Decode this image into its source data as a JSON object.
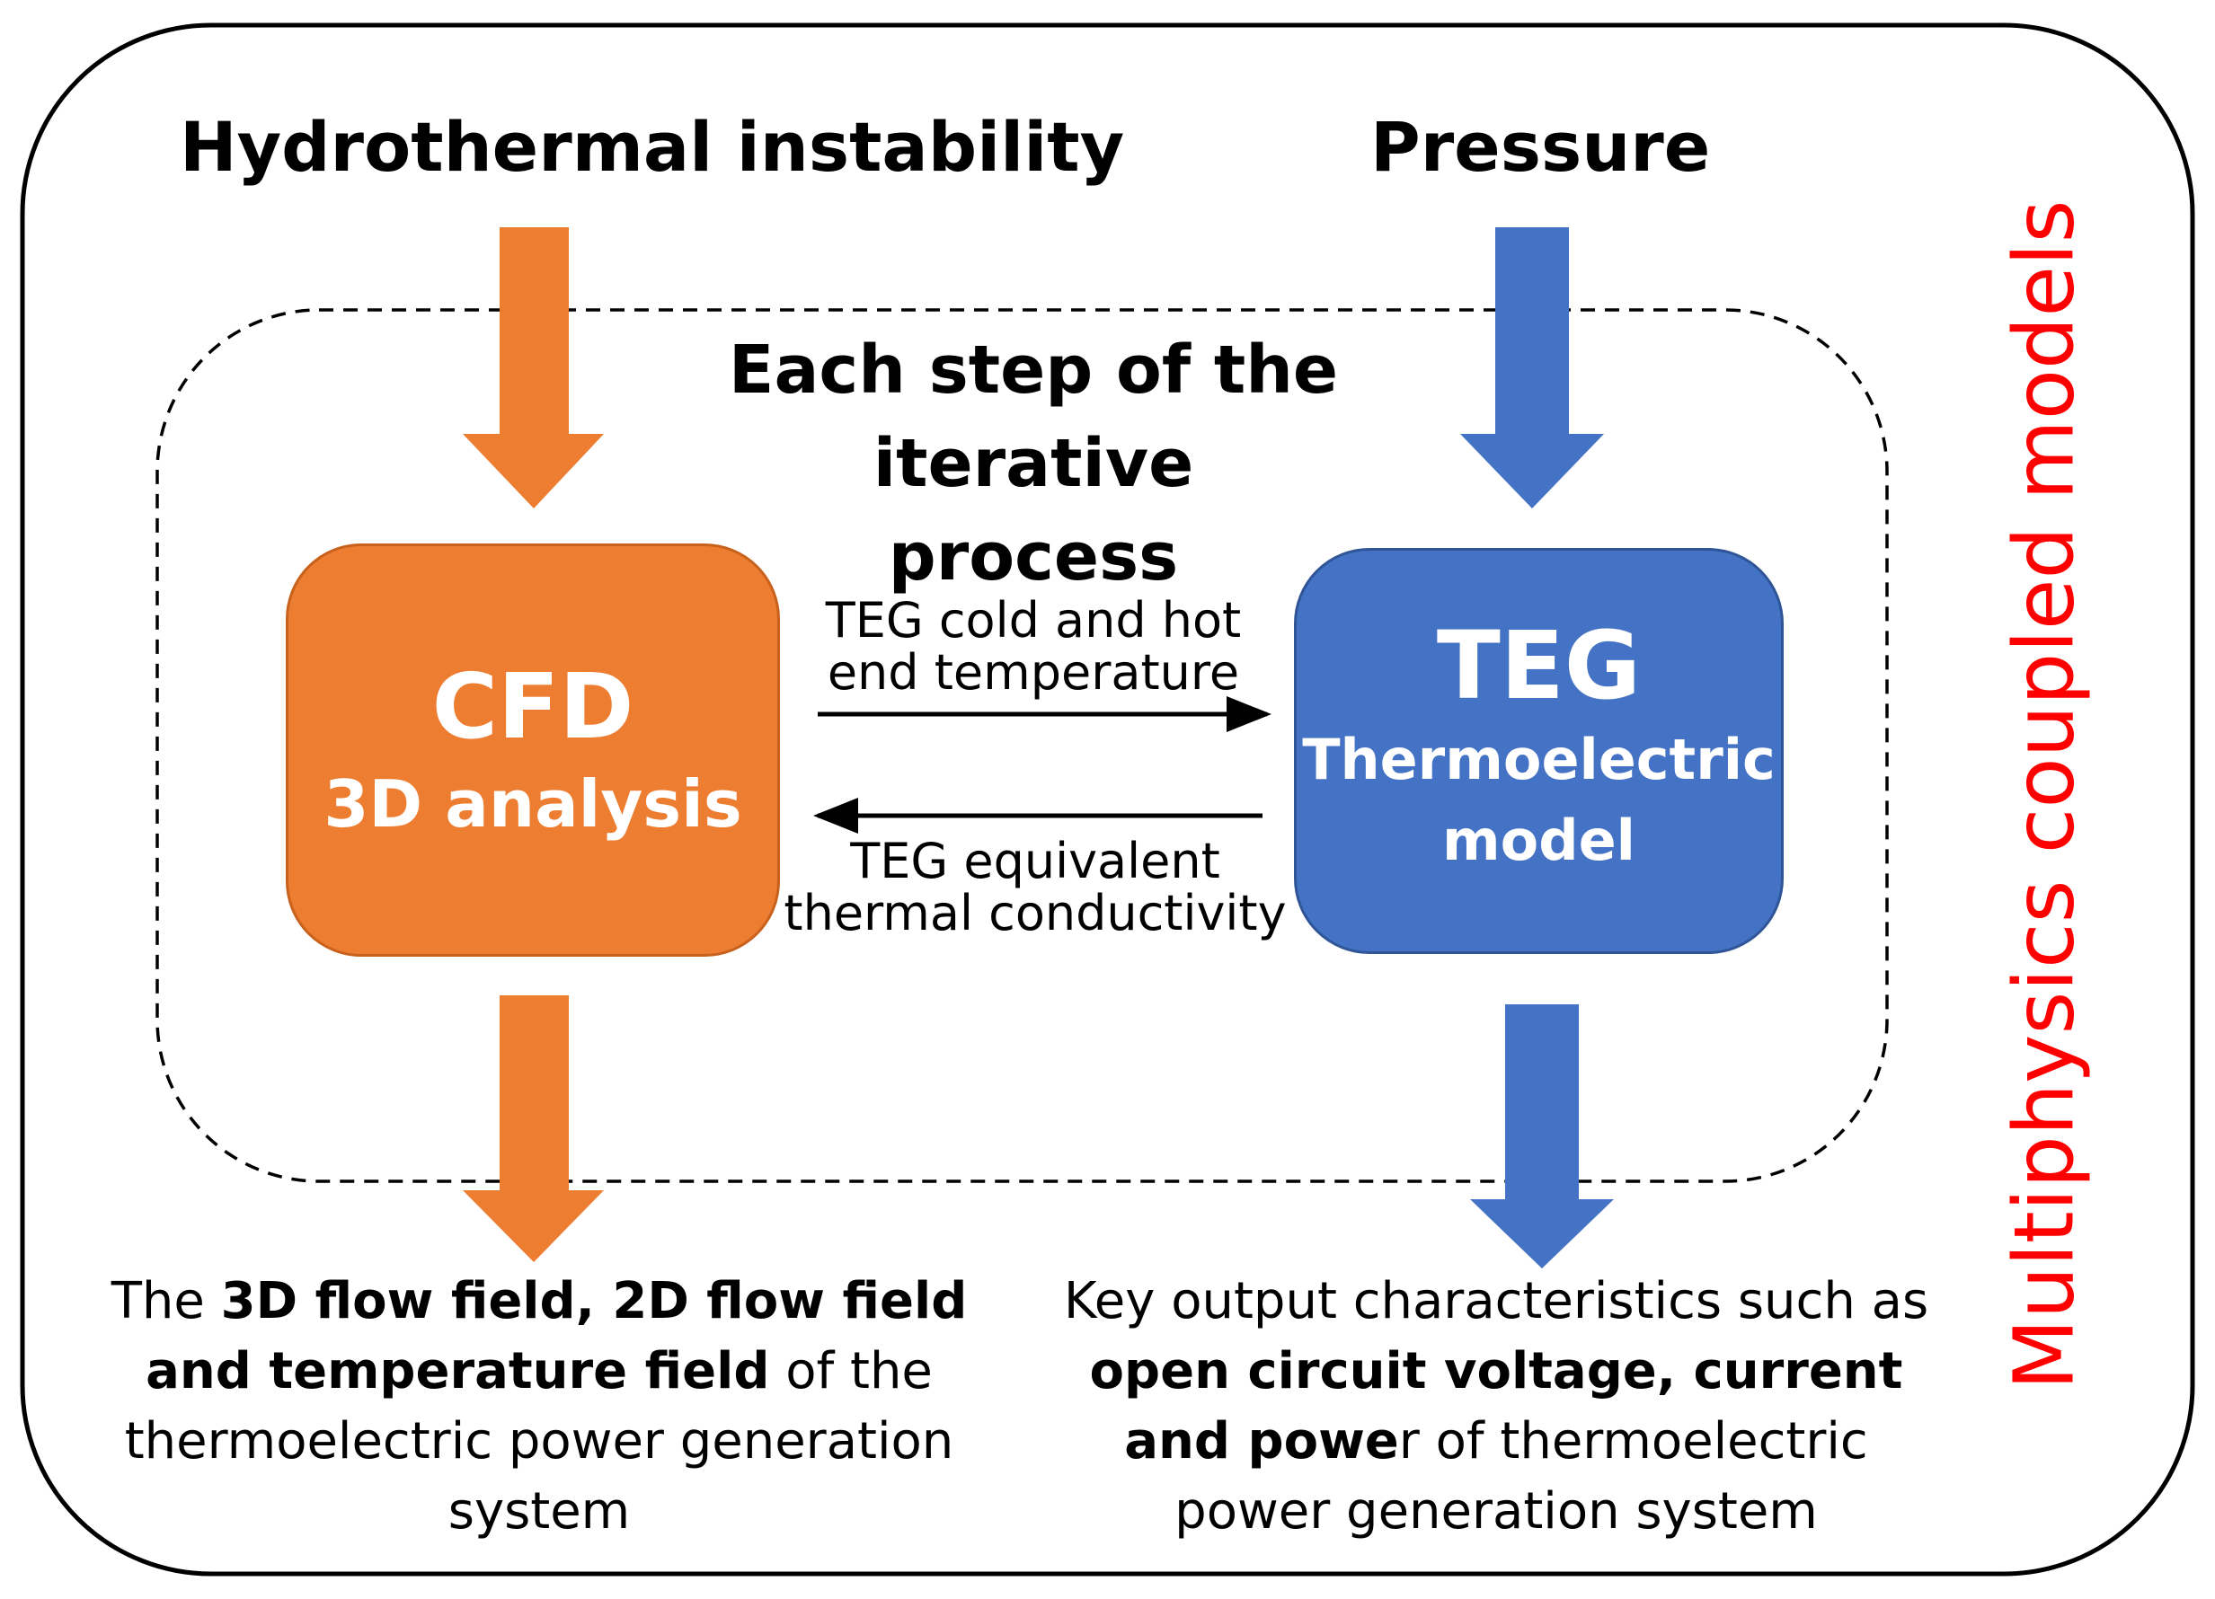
{
  "colors": {
    "cfd_orange": "#ED7D31",
    "teg_blue": "#4472C4",
    "side_title_red": "#FF0000"
  },
  "inputs": {
    "left": "Hydrothermal instability",
    "right": "Pressure"
  },
  "iterative_block": {
    "title_line1": "Each step of the",
    "title_line2": "iterative process"
  },
  "cfd_box": {
    "title": "CFD",
    "subtitle": "3D analysis"
  },
  "teg_box": {
    "title": "TEG",
    "subtitle_line1": "Thermoelectric",
    "subtitle_line2": "model"
  },
  "exchange": {
    "forward_line1": "TEG cold and hot",
    "forward_line2": "end temperature",
    "backward_line1": "TEG equivalent",
    "backward_line2": "thermal conductivity"
  },
  "outputs": {
    "cfd": {
      "t1": "The ",
      "b1": "3D flow field, 2D flow field",
      "b2": "and temperature field",
      "t2": " of the",
      "t3": "thermoelectric power generation",
      "t4": "system"
    },
    "teg": {
      "t1": "Key output characteristics such as",
      "b1": "open circuit voltage, current",
      "b2": "and powe",
      "t2": "r of thermoelectric",
      "t3": "power generation system"
    }
  },
  "side_title": "Multiphysics coupled models"
}
